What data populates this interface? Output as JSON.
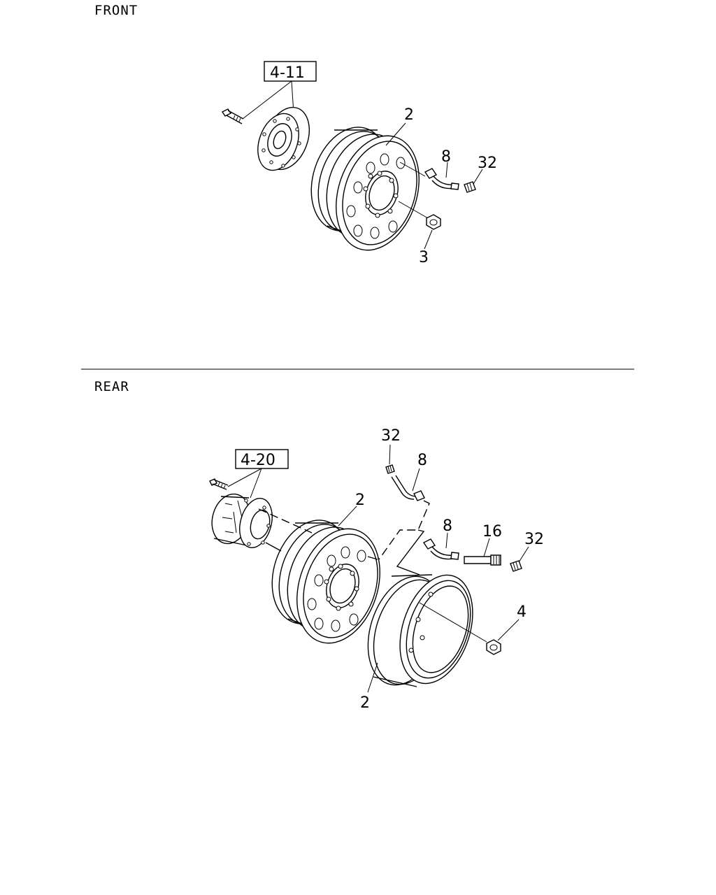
{
  "sections": {
    "front": {
      "title": "FRONT"
    },
    "rear": {
      "title": "REAR"
    }
  },
  "front_refs": {
    "hub_ref": "4-11",
    "wheel": "2",
    "valve_ext": "8",
    "valve_cap": "32",
    "nut": "3"
  },
  "rear_refs": {
    "hub_ref": "4-20",
    "wheel_inner": "2",
    "wheel_outer": "2",
    "valve_ext_upper": "8",
    "valve_cap_upper": "32",
    "valve_ext_lower": "8",
    "extension": "16",
    "valve_cap_lower": "32",
    "nut": "4"
  }
}
